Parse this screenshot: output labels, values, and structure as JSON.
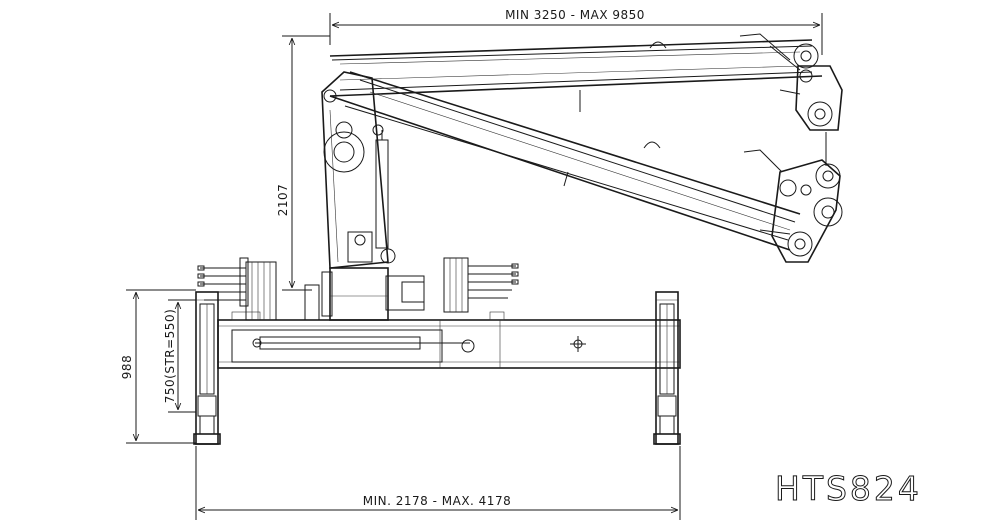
{
  "drawing": {
    "model_label": "HTS824",
    "dimensions": {
      "outreach": "MIN 3250 - MAX 9850",
      "height": "2107",
      "leg_total": "988",
      "leg_stroke": "750(STR=550)",
      "outrigger_span": "MIN. 2178 - MAX. 4178"
    }
  }
}
